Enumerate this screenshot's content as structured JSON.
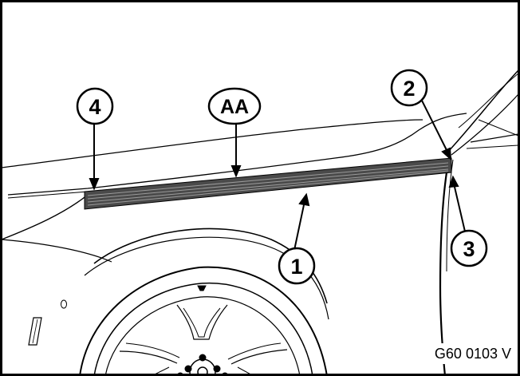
{
  "figure": {
    "code": "G60 0103 V",
    "callouts": [
      {
        "id": "4",
        "label": "4"
      },
      {
        "id": "AA",
        "label": "AA"
      },
      {
        "id": "2",
        "label": "2"
      },
      {
        "id": "1",
        "label": "1"
      },
      {
        "id": "3",
        "label": "3"
      }
    ],
    "colors": {
      "line": "#000000",
      "background": "#ffffff",
      "trim_strip": "#4a4a4a",
      "trim_stripe": "#9a9a9a"
    },
    "icons": [
      "wheel-rim-drawing",
      "fender-outline-drawing",
      "trim-strip-drawing"
    ]
  }
}
